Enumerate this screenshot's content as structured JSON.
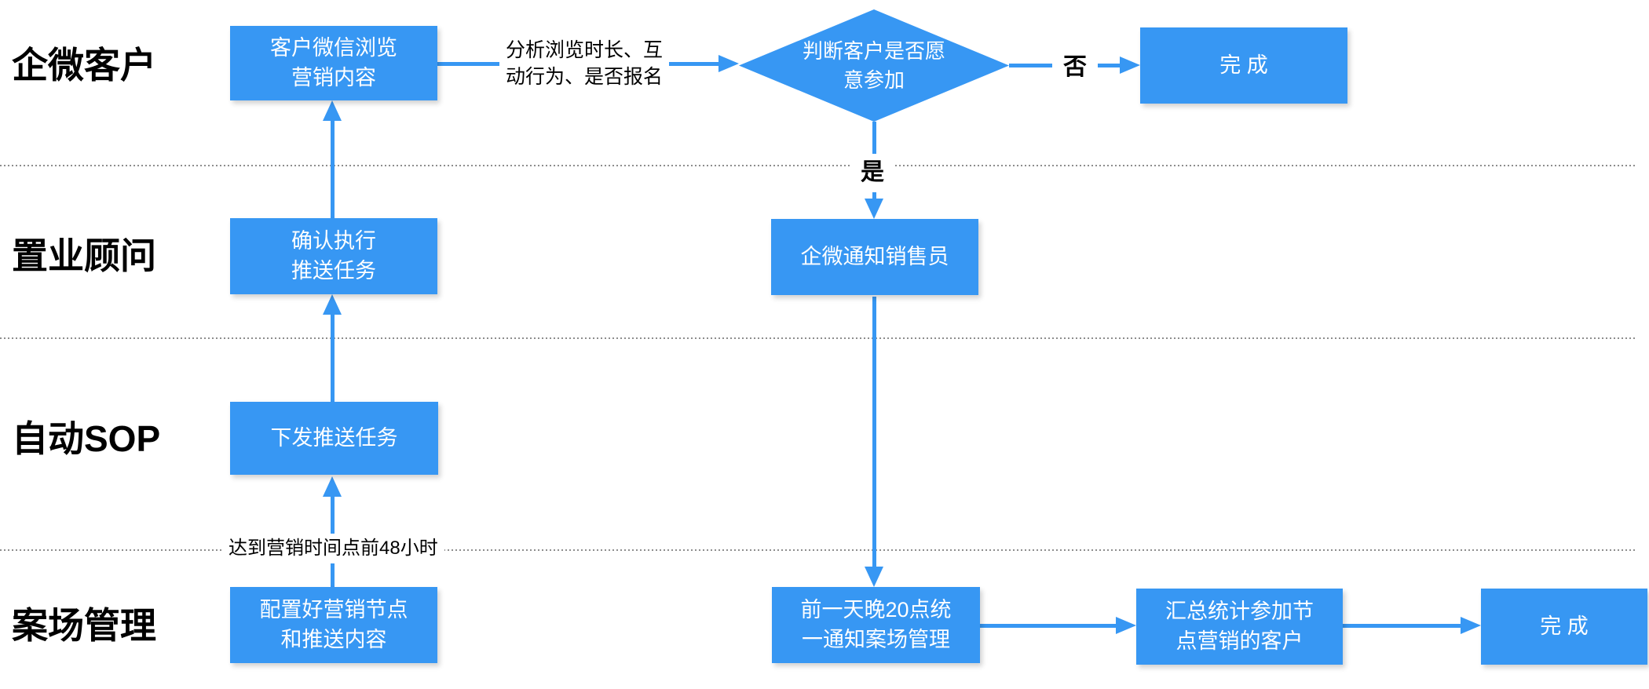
{
  "colors": {
    "node_fill": "#3797F3",
    "node_text": "#FFFFFF",
    "connector": "#3797F3",
    "separator_dots": "#8D8D8D",
    "lane_label_text": "#000000"
  },
  "lanes": [
    {
      "label": "企微客户"
    },
    {
      "label": "置业顾问"
    },
    {
      "label": "自动SOP"
    },
    {
      "label": "案场管理"
    }
  ],
  "nodes": {
    "customer_browse": {
      "label": "客户微信浏览\n营销内容",
      "type": "process"
    },
    "decision_join": {
      "label": "判断客户是否愿\n意参加",
      "type": "decision"
    },
    "finish_top": {
      "label": "完 成",
      "type": "process"
    },
    "confirm_push": {
      "label": "确认执行\n推送任务",
      "type": "process"
    },
    "notify_sales": {
      "label": "企微通知销售员",
      "type": "process"
    },
    "dispatch_push": {
      "label": "下发推送任务",
      "type": "process"
    },
    "configure_nodes": {
      "label": "配置好营销节点\n和推送内容",
      "type": "process"
    },
    "notify_mgmt": {
      "label": "前一天晚20点统\n一通知案场管理",
      "type": "process"
    },
    "summarize_customers": {
      "label": "汇总统计参加节\n点营销的客户",
      "type": "process"
    },
    "finish_bottom": {
      "label": "完 成",
      "type": "process"
    }
  },
  "edge_labels": {
    "analyze": "分析浏览时长、互\n动行为、是否报名",
    "no": "否",
    "yes": "是",
    "before_48h": "达到营销时间点前48小时"
  }
}
